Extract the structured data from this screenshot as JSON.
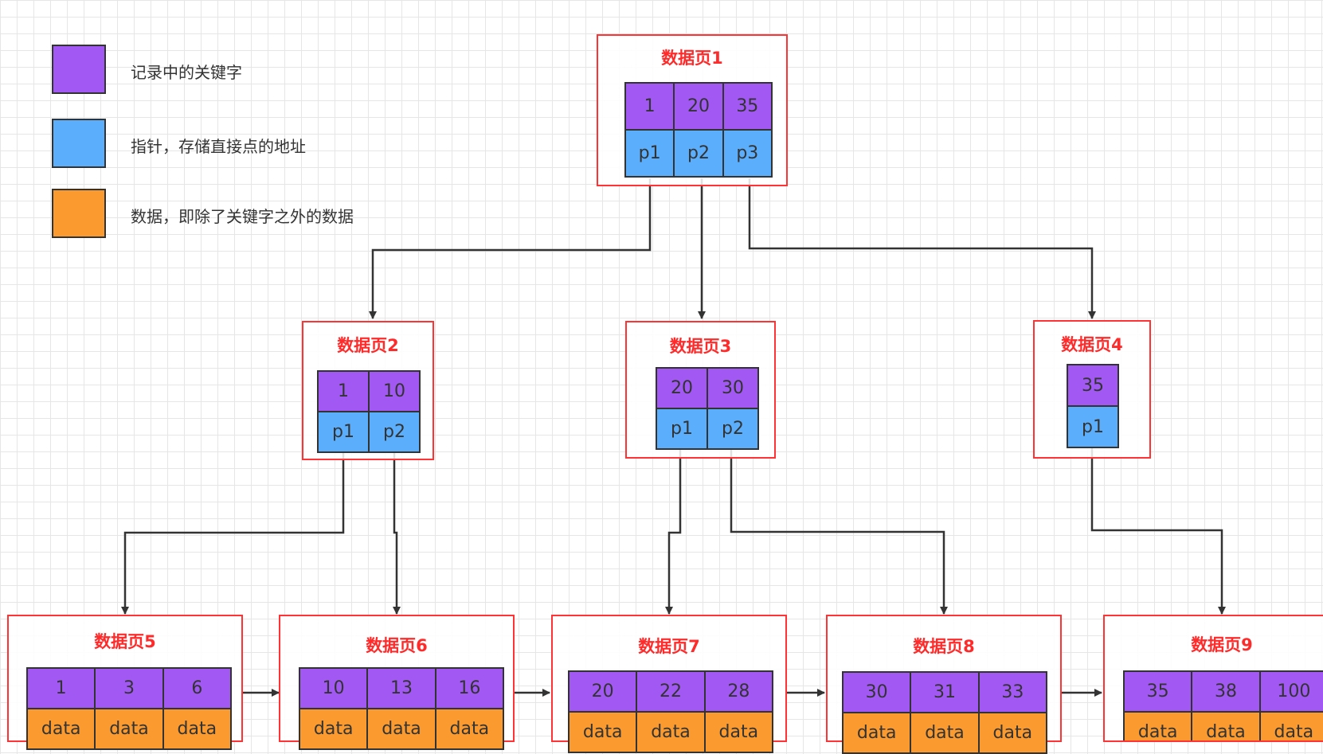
{
  "legend": [
    {
      "color": "#a259f4",
      "text": "记录中的关键字"
    },
    {
      "color": "#5aaefc",
      "text": "指针，存储直接点的地址"
    },
    {
      "color": "#fb9a2e",
      "text": "数据，即除了关键字之外的数据"
    }
  ],
  "colors": {
    "key": "#a259f4",
    "pointer": "#5aaefc",
    "data": "#fb9a2e",
    "page_border": "#ff3333",
    "title": "#ff2a2a",
    "link": "#333333"
  },
  "pages": {
    "p1": {
      "title": "数据页1",
      "keys": [
        "1",
        "20",
        "35"
      ],
      "second_row": [
        "p1",
        "p2",
        "p3"
      ]
    },
    "p2": {
      "title": "数据页2",
      "keys": [
        "1",
        "10"
      ],
      "second_row": [
        "p1",
        "p2"
      ]
    },
    "p3": {
      "title": "数据页3",
      "keys": [
        "20",
        "30"
      ],
      "second_row": [
        "p1",
        "p2"
      ]
    },
    "p4": {
      "title": "数据页4",
      "keys": [
        "35"
      ],
      "second_row": [
        "p1"
      ]
    },
    "p5": {
      "title": "数据页5",
      "keys": [
        "1",
        "3",
        "6"
      ],
      "second_row": [
        "data",
        "data",
        "data"
      ]
    },
    "p6": {
      "title": "数据页6",
      "keys": [
        "10",
        "13",
        "16"
      ],
      "second_row": [
        "data",
        "data",
        "data"
      ]
    },
    "p7": {
      "title": "数据页7",
      "keys": [
        "20",
        "22",
        "28"
      ],
      "second_row": [
        "data",
        "data",
        "data"
      ]
    },
    "p8": {
      "title": "数据页8",
      "keys": [
        "30",
        "31",
        "33"
      ],
      "second_row": [
        "data",
        "data",
        "data"
      ]
    },
    "p9": {
      "title": "数据页9",
      "keys": [
        "35",
        "38",
        "100"
      ],
      "second_row": [
        "data",
        "data",
        "data"
      ]
    }
  }
}
